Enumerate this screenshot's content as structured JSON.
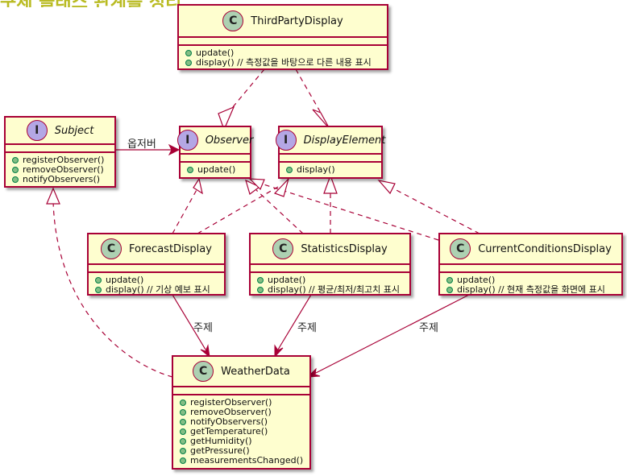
{
  "top_banner": "구체 클래스 관계를 정리",
  "colors": {
    "border": "#a80036",
    "fill": "#fefecf",
    "class_badge": "#add1b2",
    "interface_badge": "#b4a7e5",
    "method_dot": "#84be84"
  },
  "classes": {
    "third_party": {
      "name": "ThirdPartyDisplay",
      "stereotype": "C",
      "methods": [
        "update()",
        "display() // 측정값을 바탕으로 다른 내용 표시"
      ]
    },
    "subject": {
      "name": "Subject",
      "stereotype": "I",
      "methods": [
        "registerObserver()",
        "removeObserver()",
        "notifyObservers()"
      ]
    },
    "observer": {
      "name": "Observer",
      "stereotype": "I",
      "methods": [
        "update()"
      ]
    },
    "display_element": {
      "name": "DisplayElement",
      "stereotype": "I",
      "methods": [
        "display()"
      ]
    },
    "forecast": {
      "name": "ForecastDisplay",
      "stereotype": "C",
      "methods": [
        "update()",
        "display() // 기상 예보 표시"
      ]
    },
    "statistics": {
      "name": "StatisticsDisplay",
      "stereotype": "C",
      "methods": [
        "update()",
        "display() // 평균/최저/최고치 표시"
      ]
    },
    "current": {
      "name": "CurrentConditionsDisplay",
      "stereotype": "C",
      "methods": [
        "update()",
        "display() // 현재 측정값을 화면에 표시"
      ]
    },
    "weather": {
      "name": "WeatherData",
      "stereotype": "C",
      "methods": [
        "registerObserver()",
        "removeObserver()",
        "notifyObservers()",
        "getTemperature()",
        "getHumidity()",
        "getPressure()",
        "measurementsChanged()"
      ]
    }
  },
  "labels": {
    "observer_link": "옵저버",
    "subject_forecast": "주제",
    "subject_statistics": "주제",
    "subject_current": "주제"
  }
}
